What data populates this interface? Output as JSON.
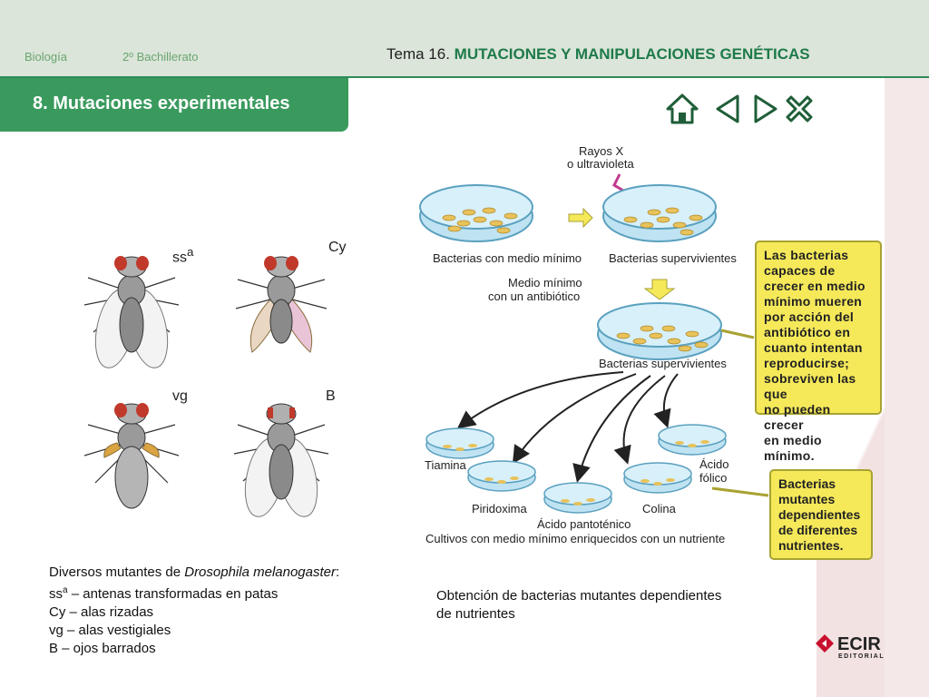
{
  "header": {
    "subject": "Biología",
    "course": "2º Bachillerato",
    "tema_prefix": "Tema 16. ",
    "tema_title": "MUTACIONES Y MANIPULACIONES GENÉTICAS",
    "section_title": "8. Mutaciones experimentales"
  },
  "nav": {
    "icons": [
      "home-icon",
      "previous-icon",
      "next-icon",
      "close-icon"
    ]
  },
  "flies": {
    "labels": [
      "ss",
      "a",
      "Cy",
      "vg",
      "B"
    ]
  },
  "fly_caption": {
    "line1_prefix": "Diversos mutantes de ",
    "line1_species": "Drosophila melanogaster",
    "line1_suffix": ":",
    "line2_ss": "ss",
    "line2_sup": "a",
    "line2_rest": " – antenas transformadas en patas",
    "line3": "Cy – alas rizadas",
    "line4": "vg – alas vestigiales",
    "line5": "B – ojos barrados"
  },
  "diagram": {
    "rayos_1": "Rayos X",
    "rayos_2": "o ultravioleta",
    "bact_medio_minimo": "Bacterias con medio mínimo",
    "bact_supervivientes_1": "Bacterias supervivientes",
    "medio_antibiotico_1": "Medio mínimo",
    "medio_antibiotico_2": "con un antibiótico",
    "bact_supervivientes_2": "Bacterias supervivientes",
    "tiamina": "Tiamina",
    "piridoxima": "Piridoxima",
    "acido_pantotenico": "Ácido pantoténico",
    "colina": "Colina",
    "acido_folico_1": "Ácido",
    "acido_folico_2": "fólico",
    "cultivos": "Cultivos con medio mínimo enriquecidos con un nutriente",
    "box1_lines": [
      "Las bacterias",
      "capaces de",
      "crecer en medio",
      "mínimo mueren",
      "por acción del",
      "antibiótico en",
      "cuanto intentan",
      "reproducirse;",
      "sobreviven las que",
      "no pueden crecer",
      "en medio mínimo."
    ],
    "box2_lines": [
      "Bacterias",
      "mutantes",
      "dependientes",
      "de diferentes",
      "nutrientes."
    ]
  },
  "diagram_caption": {
    "line1": "Obtención de bacterias mutantes dependientes",
    "line2": "de nutrientes"
  },
  "logo": {
    "name": "ECIR",
    "sub": "EDITORIAL"
  },
  "colors": {
    "green": "#3a9a5e",
    "header_bg": "#dbe5d9",
    "yellow_box": "#f5e95a",
    "dish_blue": "#bfe3f2",
    "bacteria": "#e8c25a",
    "logo_red": "#c8102e"
  }
}
